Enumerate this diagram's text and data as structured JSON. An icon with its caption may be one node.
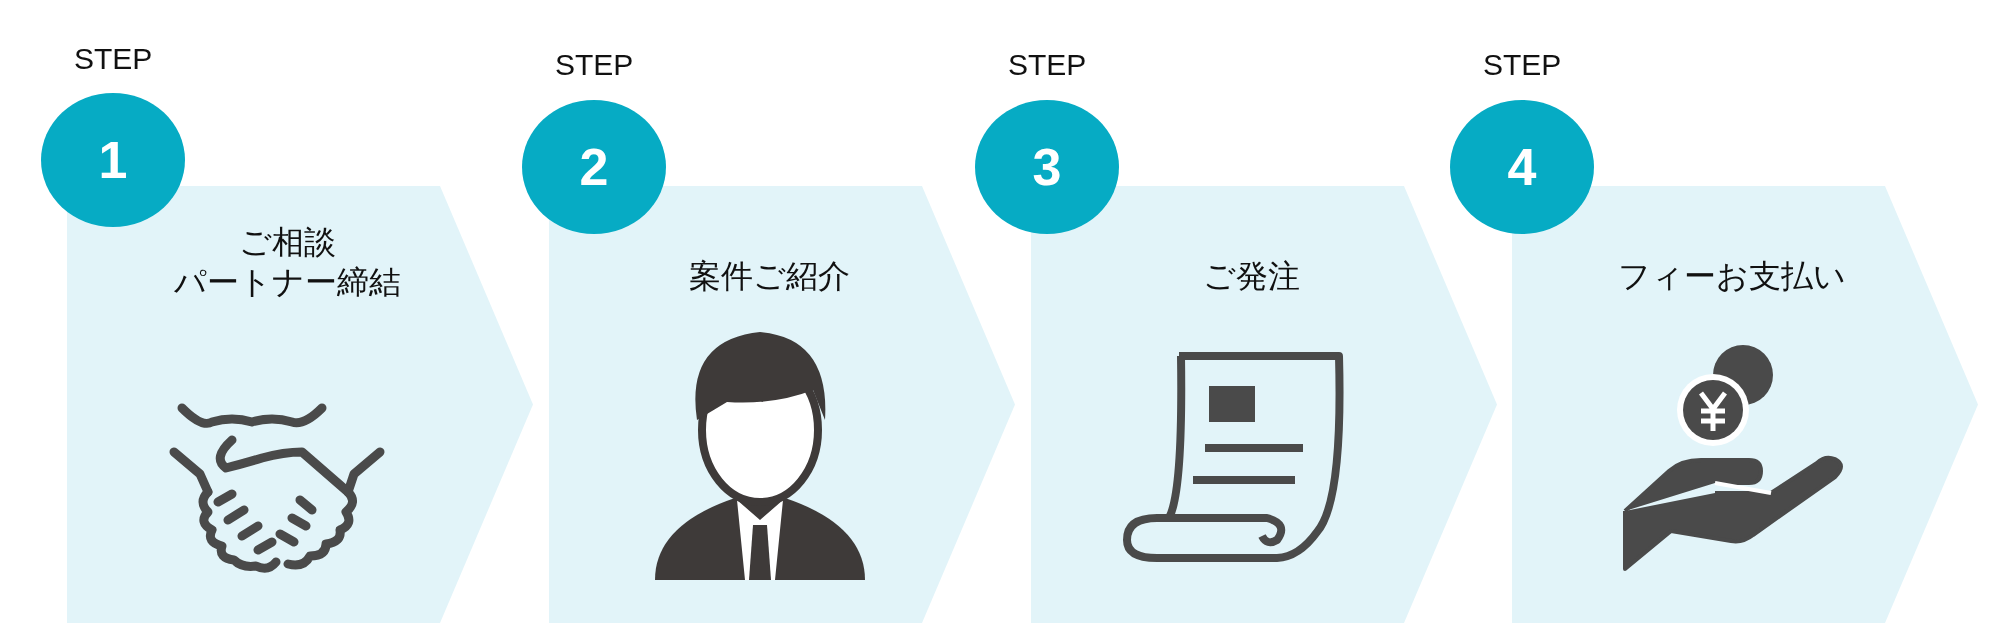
{
  "diagram": {
    "nodes": [
      {
        "text": [
          "1"
        ],
        "beside": [
          "STEP"
        ]
      },
      {
        "text": [
          "ご相談パートナー締結"
        ]
      },
      {
        "text": [
          "2"
        ],
        "beside": [
          "STEP"
        ]
      },
      {
        "text": [
          "案件ご紹介"
        ]
      },
      {
        "text": [
          "3"
        ],
        "beside": [
          "STEP"
        ]
      },
      {
        "text": [
          "ご発注"
        ]
      },
      {
        "text": [
          "4"
        ],
        "beside": [
          "STEP"
        ]
      },
      {
        "text": [
          "フィーお支払い"
        ]
      }
    ]
  }
}
